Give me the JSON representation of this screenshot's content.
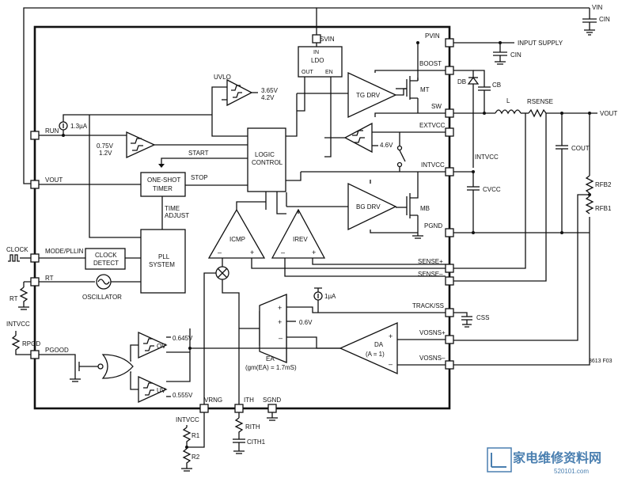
{
  "diagram": {
    "pins": {
      "svin": "SVIN",
      "pvin": "PVIN",
      "boost": "BOOST",
      "sw": "SW",
      "extvcc": "EXTVCC",
      "intvcc": "INTVCC",
      "pgnd": "PGND",
      "sense_p": "SENSE+",
      "sense_n": "SENSE–",
      "track_ss": "TRACK/SS",
      "vosns_p": "VOSNS+",
      "vosns_n": "VOSNS–",
      "run": "RUN",
      "vout": "VOUT",
      "mode_pllin": "MODE/PLLIN",
      "rt": "RT",
      "pgood": "PGOOD",
      "vrng": "VRNG",
      "ith": "ITH",
      "sgnd": "SGND"
    },
    "blocks": {
      "ldo_in": "IN",
      "ldo": "LDO",
      "ldo_out": "OUT",
      "ldo_en": "EN",
      "tg_drv": "TG DRV",
      "bg_drv": "BG DRV",
      "mt": "MT",
      "mb": "MB",
      "logic_line1": "LOGIC",
      "logic_line2": "CONTROL",
      "oneshot_line1": "ONE-SHOT",
      "oneshot_line2": "TIMER",
      "pll_line1": "PLL",
      "pll_line2": "SYSTEM",
      "clock_det_line1": "CLOCK",
      "clock_det_line2": "DETECT",
      "oscillator": "OSCILLATOR",
      "icmp": "ICMP",
      "irev": "IREV",
      "ea": "EA",
      "ea_gm": "(gm(EA) = 1.7mS)",
      "da": "DA",
      "da_gain": "(A = 1)",
      "ov": "OV",
      "uv": "UV"
    },
    "signals": {
      "start": "START",
      "stop": "STOP",
      "time_adjust_1": "TIME",
      "time_adjust_2": "ADJUST",
      "uvlo": "UVLO",
      "uvlo_v1": "3.65V",
      "uvlo_v2": "4.2V",
      "run_v1": "0.75V",
      "run_v2": "1.2V",
      "extvcc_v": "4.6V",
      "run_current": "1.3µA",
      "ss_current": "1µA",
      "ea_ref": "0.6V",
      "ov_ref": "0.645V",
      "uv_ref": "0.555V",
      "clock": "CLOCK"
    },
    "components": {
      "vin": "VIN",
      "cin": "CIN",
      "input_supply": "INPUT SUPPLY",
      "db": "DB",
      "cb": "CB",
      "l": "L",
      "rsense": "RSENSE",
      "vout_out": "VOUT",
      "cout": "COUT",
      "intvcc": "INTVCC",
      "cvcc": "CVCC",
      "rfb2": "RFB2",
      "rfb1": "RFB1",
      "css": "CSS",
      "rt": "RT",
      "intvcc_left": "INTVCC",
      "rpgd": "RPGD",
      "intvcc_bottom": "INTVCC",
      "r1": "R1",
      "r2": "R2",
      "rith": "RITH",
      "cith1": "CITH1",
      "code": "3613 F03"
    },
    "watermark": {
      "cn": "家电维修资料网",
      "url": "520101.com"
    }
  }
}
